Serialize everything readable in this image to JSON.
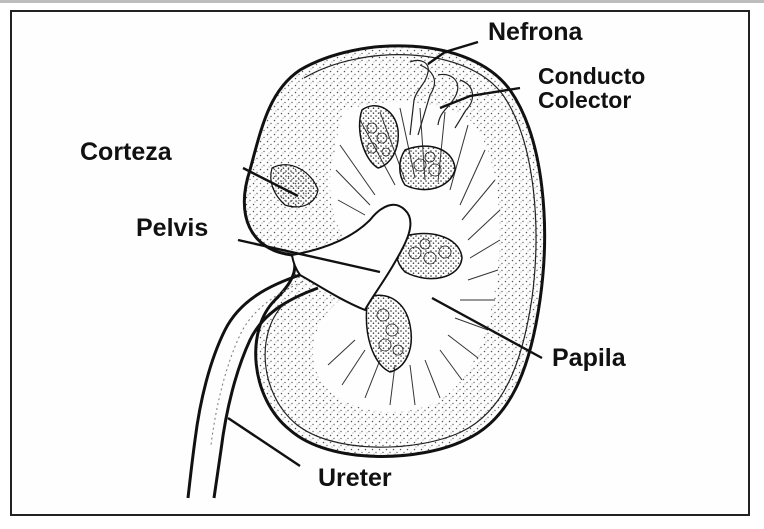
{
  "diagram": {
    "labels": {
      "nefrona": "Nefrona",
      "conducto_line1": "Conducto",
      "conducto_line2": "Colector",
      "corteza": "Corteza",
      "pelvis": "Pelvis",
      "papila": "Papila",
      "ureter": "Ureter"
    },
    "colors": {
      "ink": "#111111",
      "paper": "#fefefe",
      "stipple": "#555555"
    }
  }
}
